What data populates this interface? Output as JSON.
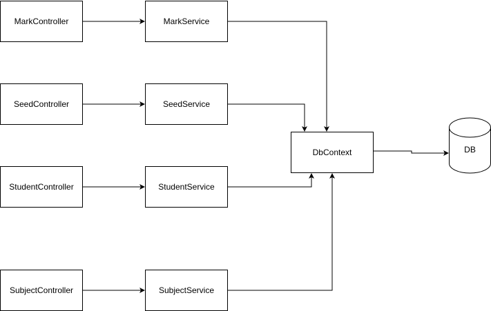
{
  "nodes": {
    "mark_controller": "MarkController",
    "mark_service": "MarkService",
    "seed_controller": "SeedController",
    "seed_service": "SeedService",
    "student_controller": "StudentController",
    "student_service": "StudentService",
    "subject_controller": "SubjectController",
    "subject_service": "SubjectService",
    "dbcontext": "DbContext",
    "db": "DB"
  },
  "edges": [
    {
      "from": "mark_controller",
      "to": "mark_service"
    },
    {
      "from": "seed_controller",
      "to": "seed_service"
    },
    {
      "from": "student_controller",
      "to": "student_service"
    },
    {
      "from": "subject_controller",
      "to": "subject_service"
    },
    {
      "from": "mark_service",
      "to": "dbcontext"
    },
    {
      "from": "seed_service",
      "to": "dbcontext"
    },
    {
      "from": "student_service",
      "to": "dbcontext"
    },
    {
      "from": "subject_service",
      "to": "dbcontext"
    },
    {
      "from": "dbcontext",
      "to": "db"
    }
  ],
  "colors": {
    "stroke": "#000000",
    "fill": "#ffffff"
  }
}
